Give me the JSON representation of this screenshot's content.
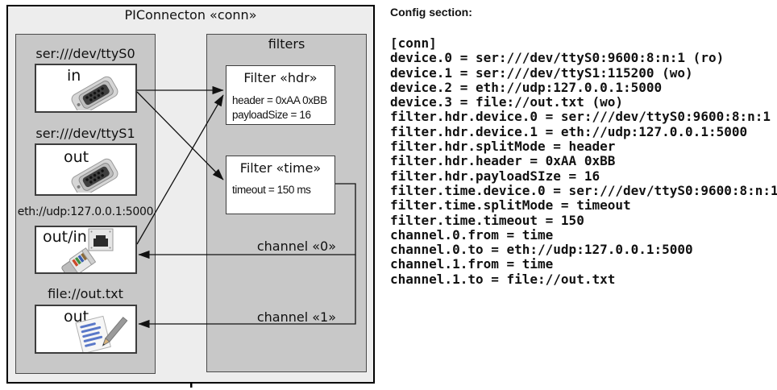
{
  "colors": {
    "outer_bg": "#ededed",
    "panel_bg": "#c8c8c8",
    "box_bg": "#ffffff",
    "line": "#111111"
  },
  "diagram": {
    "title": "PIConnecton «conn»",
    "devices": [
      {
        "address": "ser:///dev/ttyS0",
        "port": "in",
        "icon": "serial-connector"
      },
      {
        "address": "ser:///dev/ttyS1",
        "port": "out",
        "icon": "serial-connector"
      },
      {
        "address": "eth://udp:127.0.0.1:5000",
        "port": "out/in",
        "icon": "ethernet-connector"
      },
      {
        "address": "file://out.txt",
        "port": "out",
        "icon": "document-pencil"
      }
    ],
    "filters_panel_title": "filters",
    "filters": [
      {
        "title": "Filter «hdr»",
        "properties": [
          "header = 0xAA 0xBB",
          "payloadSize = 16"
        ]
      },
      {
        "title": "Filter «time»",
        "properties": [
          "timeout = 150 ms"
        ]
      }
    ],
    "channels": [
      {
        "label": "channel «0»"
      },
      {
        "label": "channel «1»"
      }
    ]
  },
  "config": {
    "heading": "Config section:",
    "lines": [
      "[conn]",
      "device.0 = ser:///dev/ttyS0:9600:8:n:1 (ro)",
      "device.1 = ser:///dev/ttyS1:115200 (wo)",
      "device.2 = eth://udp:127.0.0.1:5000",
      "device.3 = file://out.txt (wo)",
      "filter.hdr.device.0 = ser:///dev/ttyS0:9600:8:n:1",
      "filter.hdr.device.1 = eth://udp:127.0.0.1:5000",
      "filter.hdr.splitMode = header",
      "filter.hdr.header = 0xAA 0xBB",
      "filter.hdr.payloadSIze = 16",
      "filter.time.device.0 = ser:///dev/ttyS0:9600:8:n:1",
      "filter.time.splitMode = timeout",
      "filter.time.timeout = 150",
      "channel.0.from = time",
      "channel.0.to = eth://udp:127.0.0.1:5000",
      "channel.1.from = time",
      "channel.1.to = file://out.txt"
    ]
  }
}
